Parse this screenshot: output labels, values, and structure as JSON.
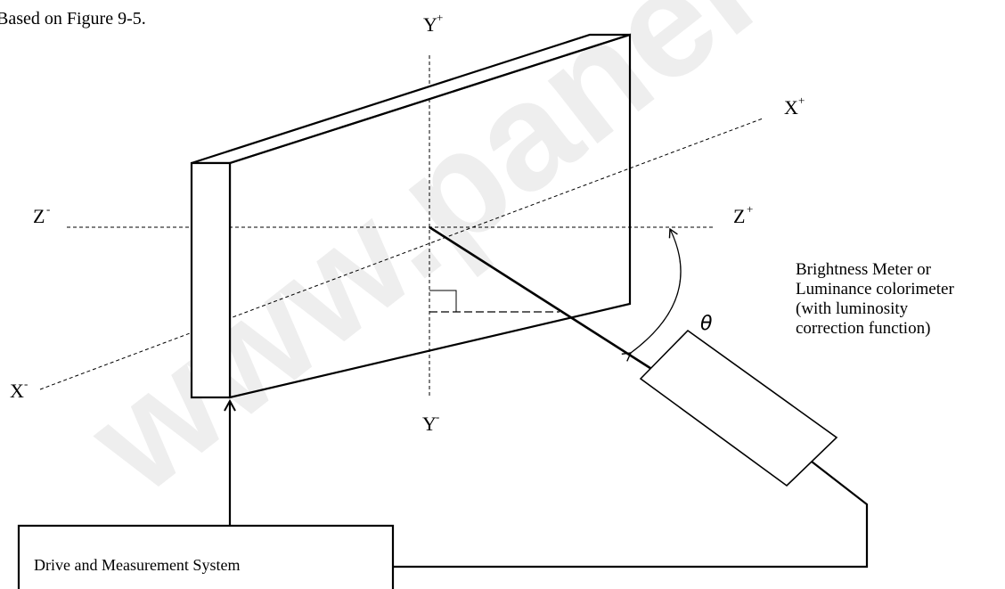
{
  "caption": "Based on Figure 9-5.",
  "watermark": "www.panelook",
  "axes": {
    "y_plus": "Y",
    "y_plus_sup": "+",
    "y_minus": "Y",
    "y_minus_sup": "-",
    "x_plus": "X",
    "x_plus_sup": "+",
    "x_minus": "X",
    "x_minus_sup": "-",
    "z_plus": "Z",
    "z_plus_sup": "+",
    "z_minus": "Z",
    "z_minus_sup": "-"
  },
  "angle_label": "θ",
  "meter_note": {
    "line1": "Brightness Meter or",
    "line2": "Luminance colorimeter",
    "line3": "(with luminosity",
    "line4": "correction function)"
  },
  "system_box_label": "Drive and Measurement System"
}
